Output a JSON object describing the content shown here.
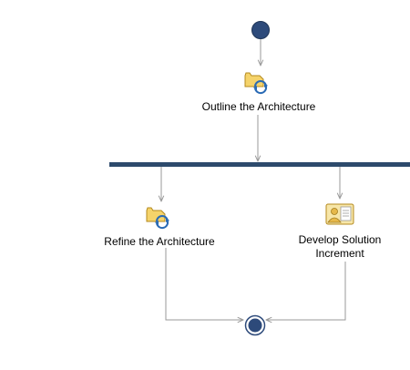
{
  "diagram": {
    "nodes": {
      "start": {
        "kind": "initial-node"
      },
      "outline": {
        "kind": "iteration-activity",
        "icon": "iteration-activity-icon",
        "label": "Outline the Architecture"
      },
      "fork": {
        "kind": "fork-bar"
      },
      "refine": {
        "kind": "iteration-activity",
        "icon": "iteration-activity-icon",
        "label": "Refine the Architecture"
      },
      "develop": {
        "kind": "task",
        "icon": "task-icon",
        "label": "Develop Solution Increment"
      },
      "end": {
        "kind": "final-node"
      }
    },
    "edges": [
      {
        "from": "start",
        "to": "outline"
      },
      {
        "from": "outline",
        "to": "fork"
      },
      {
        "from": "fork",
        "to": "refine"
      },
      {
        "from": "fork",
        "to": "develop"
      },
      {
        "from": "refine",
        "to": "end"
      },
      {
        "from": "develop",
        "to": "end"
      }
    ],
    "colors": {
      "node_fill": "#2d4a7a",
      "fork_bar": "#2d4a6c",
      "edge": "#9a9a9a",
      "icon_folder": "#f5d36a",
      "icon_arrow": "#2a6bb5"
    }
  }
}
